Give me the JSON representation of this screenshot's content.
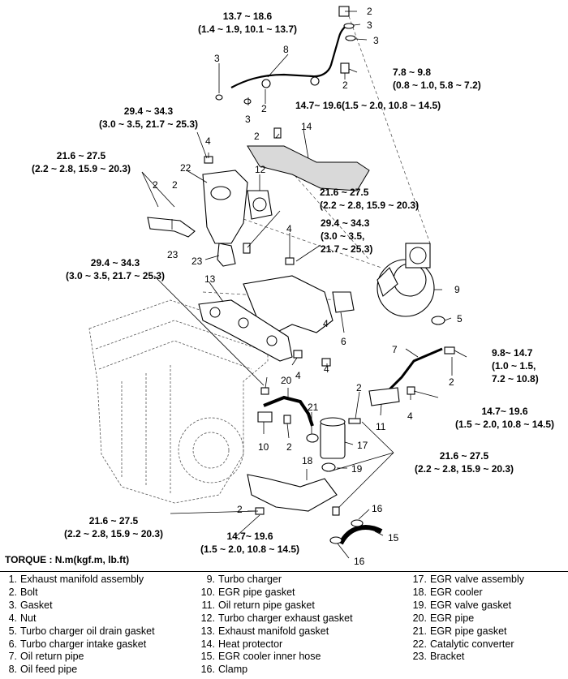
{
  "torque_specs": [
    {
      "id": "t1",
      "line1": "13.7 ~ 18.6",
      "line2": "(1.4 ~ 1.9, 10.1 ~ 13.7)"
    },
    {
      "id": "t2",
      "line1": "7.8 ~ 9.8",
      "line2": "(0.8 ~ 1.0, 5.8 ~ 7.2)"
    },
    {
      "id": "t3",
      "line1": "14.7~ 19.6(1.5 ~ 2.0, 10.8 ~ 14.5)",
      "line2": ""
    },
    {
      "id": "t4",
      "line1": "29.4 ~ 34.3",
      "line2": "(3.0 ~ 3.5, 21.7 ~ 25.3)"
    },
    {
      "id": "t5",
      "line1": "21.6 ~ 27.5",
      "line2": "(2.2 ~ 2.8, 15.9 ~ 20.3)"
    },
    {
      "id": "t6",
      "line1": "21.6 ~ 27.5",
      "line2": "(2.2 ~ 2.8, 15.9 ~ 20.3)"
    },
    {
      "id": "t7",
      "line1": "29.4 ~ 34.3",
      "line2": "(3.0 ~ 3.5,",
      "line3": "21.7 ~ 25.3)"
    },
    {
      "id": "t8",
      "line1": "29.4 ~ 34.3",
      "line2": "(3.0 ~ 3.5, 21.7 ~ 25.3)"
    },
    {
      "id": "t9",
      "line1": "9.8~ 14.7",
      "line2": "(1.0 ~ 1.5,",
      "line3": "7.2 ~ 10.8)"
    },
    {
      "id": "t10",
      "line1": "14.7~ 19.6",
      "line2": "(1.5 ~ 2.0, 10.8 ~ 14.5)"
    },
    {
      "id": "t11",
      "line1": "21.6 ~ 27.5",
      "line2": "(2.2 ~ 2.8, 15.9 ~ 20.3)"
    },
    {
      "id": "t12",
      "line1": "21.6 ~ 27.5",
      "line2": "(2.2 ~ 2.8, 15.9 ~ 20.3)"
    },
    {
      "id": "t13",
      "line1": "14.7~ 19.6",
      "line2": "(1.5 ~ 2.0, 10.8 ~ 14.5)"
    }
  ],
  "torque_note": "TORQUE : N.m(kgf.m, lb.ft)",
  "callouts": [
    "2",
    "3",
    "3",
    "3",
    "8",
    "2",
    "2",
    "3",
    "2",
    "14",
    "4",
    "22",
    "2",
    "2",
    "12",
    "23",
    "4",
    "23",
    "13",
    "9",
    "5",
    "7",
    "4",
    "6",
    "4",
    "4",
    "20",
    "21",
    "2",
    "2",
    "11",
    "4",
    "10",
    "2",
    "17",
    "18",
    "19",
    "2",
    "16",
    "15",
    "16"
  ],
  "legend": {
    "col1": [
      {
        "n": "1.",
        "label": "Exhaust manifold assembly"
      },
      {
        "n": "2.",
        "label": "Bolt"
      },
      {
        "n": "3.",
        "label": "Gasket"
      },
      {
        "n": "4.",
        "label": "Nut"
      },
      {
        "n": "5.",
        "label": "Turbo charger oil drain gasket"
      },
      {
        "n": "6.",
        "label": "Turbo charger intake gasket"
      },
      {
        "n": "7.",
        "label": "Oil return pipe"
      },
      {
        "n": "8.",
        "label": "Oil feed pipe"
      }
    ],
    "col2": [
      {
        "n": "9.",
        "label": "Turbo charger"
      },
      {
        "n": "10.",
        "label": "EGR pipe gasket"
      },
      {
        "n": "11.",
        "label": "Oil return pipe gasket"
      },
      {
        "n": "12.",
        "label": "Turbo charger exhaust gasket"
      },
      {
        "n": "13.",
        "label": "Exhaust manifold gasket"
      },
      {
        "n": "14.",
        "label": "Heat protector"
      },
      {
        "n": "15.",
        "label": "EGR cooler inner hose"
      },
      {
        "n": "16.",
        "label": "Clamp"
      }
    ],
    "col3": [
      {
        "n": "17.",
        "label": "EGR valve assembly"
      },
      {
        "n": "18.",
        "label": "EGR cooler"
      },
      {
        "n": "19.",
        "label": "EGR valve gasket"
      },
      {
        "n": "20.",
        "label": "EGR pipe"
      },
      {
        "n": "21.",
        "label": "EGR pipe gasket"
      },
      {
        "n": "22.",
        "label": "Catalytic converter"
      },
      {
        "n": "23.",
        "label": "Bracket"
      }
    ]
  }
}
